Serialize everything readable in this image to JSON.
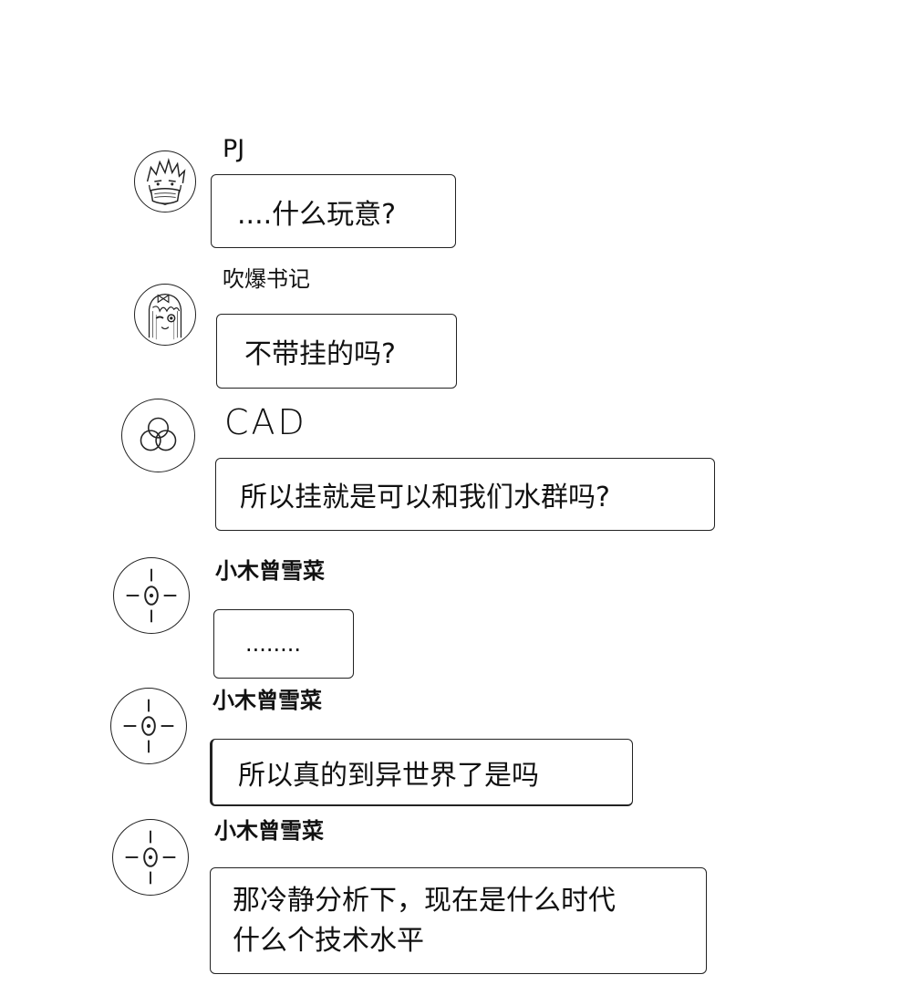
{
  "messages": [
    {
      "sender": "PJ",
      "avatar_icon": "masked-boy-avatar-icon",
      "text": "....什么玩意?"
    },
    {
      "sender": "吹爆书记",
      "avatar_icon": "winking-girl-avatar-icon",
      "text": "不带挂的吗?"
    },
    {
      "sender": "CAD",
      "avatar_icon": "three-circle-logo-avatar-icon",
      "text": "所以挂就是可以和我们水群吗?"
    },
    {
      "sender": "小木曾雪菜",
      "avatar_icon": "crosshair-avatar-icon",
      "text": "........"
    },
    {
      "sender": "小木曾雪菜",
      "avatar_icon": "crosshair-avatar-icon",
      "text": "所以真的到异世界了是吗"
    },
    {
      "sender": "小木曾雪菜",
      "avatar_icon": "crosshair-avatar-icon",
      "text": "那冷静分析下，现在是什么时代\n什么个技术水平"
    }
  ]
}
